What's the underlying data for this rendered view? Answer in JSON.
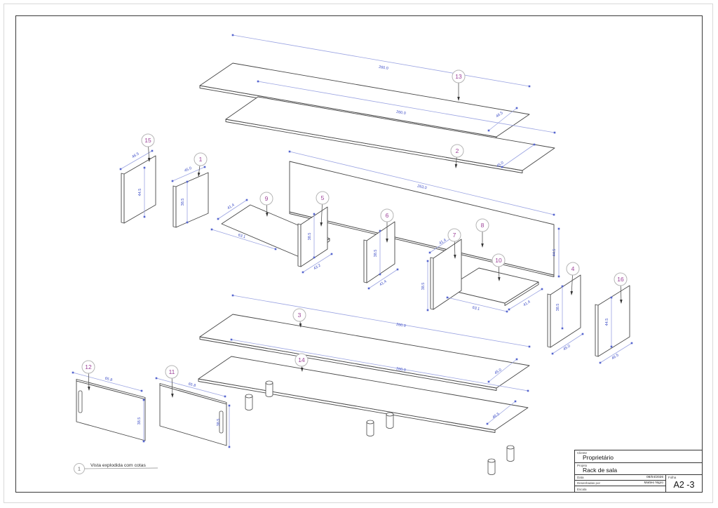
{
  "drawing": {
    "note": {
      "balloon_number": "1",
      "text": "Vista explodida com cotas"
    },
    "parts": {
      "1": {
        "number": "1",
        "dims": [
          "45.0",
          "38.5"
        ]
      },
      "2": {
        "number": "2",
        "dims": [
          "260.0",
          "45.0"
        ]
      },
      "3": {
        "number": "3",
        "dims": [
          "260.0",
          "45.0"
        ]
      },
      "4": {
        "number": "4",
        "dims": [
          "38.5",
          "45.0"
        ]
      },
      "5": {
        "number": "5",
        "dims": [
          "38.5",
          "43.2"
        ]
      },
      "6": {
        "number": "6",
        "dims": [
          "38.5",
          "41.4"
        ]
      },
      "7": {
        "number": "7",
        "dims": [
          "41.4",
          "38.5"
        ]
      },
      "8": {
        "number": "8",
        "dims": [
          "263.0",
          "44.5"
        ]
      },
      "9": {
        "number": "9",
        "dims": [
          "41.4",
          "63.1"
        ]
      },
      "10": {
        "number": "10",
        "dims": [
          "63.1",
          "41.4"
        ]
      },
      "11": {
        "number": "11",
        "dims": [
          "65.8",
          "38.5"
        ]
      },
      "12": {
        "number": "12",
        "dims": [
          "65.8",
          "38.5"
        ]
      },
      "13": {
        "number": "13",
        "dims": [
          "260.0",
          "46.5"
        ]
      },
      "14": {
        "number": "14",
        "dims": [
          "260.0",
          "46.5"
        ]
      },
      "15": {
        "number": "15",
        "dims": [
          "46.5",
          "44.5"
        ]
      },
      "16": {
        "number": "16",
        "dims": [
          "44.5",
          "46.5"
        ]
      }
    }
  },
  "title_block": {
    "client_label": "Cliente",
    "client": "Proprietário",
    "project_label": "Projeto",
    "project": "Rack de sala",
    "date_label": "Data",
    "date": "08/04/2026",
    "drawn_by_label": "Desenhadas por",
    "drawn_by": "Matteo Nigro",
    "scale_label": "Escala",
    "scale": "",
    "sheet_label": "Folha",
    "sheet": "A2 -3"
  },
  "colors": {
    "outline": "#474747",
    "dim_line": "#9ba4e2",
    "dim_marker": "#5565cf",
    "dim_text": "#4050c8",
    "balloon_number": "#9c4198",
    "balloon_stroke": "#b5b5b5"
  }
}
